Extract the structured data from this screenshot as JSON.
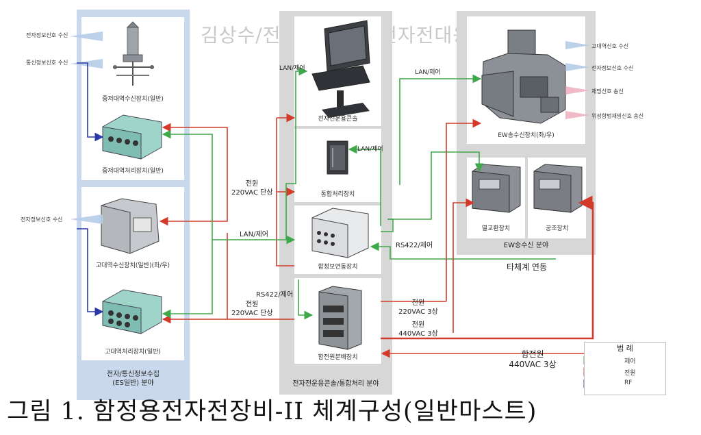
{
  "watermark": "김상수/전자전연구소.전자전대응체계단",
  "caption": "그림 1. 함정용전자전장비-II 체계구성(일반마스트)",
  "colors": {
    "control": "#3ea84a",
    "power": "#d33a2c",
    "rf": "#2a3aa8",
    "panel_blue": "#c9d8ec",
    "panel_gray": "#d7d7d7"
  },
  "left_panel": {
    "section_label_line1": "전자/통신정보수집",
    "section_label_line2": "(ES일반) 분야",
    "top_box": {
      "signal1": "전자정보신호 수신",
      "signal2": "통신정보신호 수신",
      "device1": "중저대역수신장치(일반)",
      "device2": "중저대역처리장치(일반)"
    },
    "bottom_box": {
      "signal1": "전자정보신호 수신",
      "device1": "고대역수신장치(일반)(좌/우)",
      "device2": "고대역처리장치(일반)"
    }
  },
  "center_panel": {
    "section_label": "전자전운용콘솔/통합처리 분야",
    "devices": [
      "전자전운용콘솔",
      "통합처리장치",
      "함정보연동장치",
      "함전원분배장치"
    ]
  },
  "right_panel": {
    "device_top": "EW송수신장치(좌/우)",
    "signals": [
      "고대역신호 수신",
      "전자정보신호 수신",
      "재밍신호 송신",
      "위성항법재밍신호 송신"
    ],
    "device_left": "열교환장치",
    "device_right": "공조장치",
    "section_label": "EW송수신 분야"
  },
  "wire_labels": {
    "lan_console": "LAN/제어",
    "lan_integrated": "LAN/제어",
    "lan_ew": "LAN/제어",
    "power_left_1": "전원",
    "power_left_2": "220VAC 단상",
    "lan_left": "LAN/제어",
    "rs422_right": "RS422/제어",
    "rs422_left": "RS422/제어",
    "power_left_b1": "전원",
    "power_left_b2": "220VAC 단상",
    "power_220_1": "전원",
    "power_220_2": "220VAC 3상",
    "power_440_1": "전원",
    "power_440_2": "440VAC 3상",
    "external_link": "타체계 연동",
    "ship_power_1": "함전원",
    "ship_power_2": "440VAC 3상"
  },
  "legend": {
    "title": "범 례",
    "items": [
      "제어",
      "전원",
      "RF"
    ]
  }
}
